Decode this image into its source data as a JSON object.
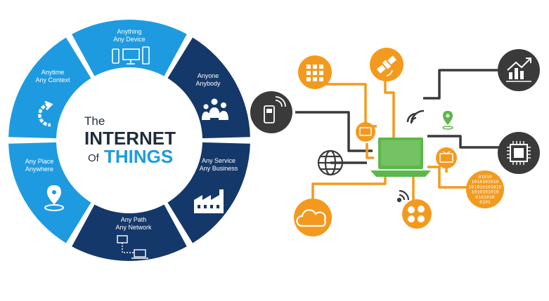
{
  "wheel": {
    "title": {
      "line1": "The",
      "line2": "INTERNET",
      "line3_of": "Of",
      "line3_things": "THINGS"
    },
    "segments": [
      {
        "line1": "Anything",
        "line2": "Any Device",
        "color": "#1e9be0"
      },
      {
        "line1": "Anyone",
        "line2": "Anybody",
        "color": "#15386a"
      },
      {
        "line1": "Any Service",
        "line2": "Any Business",
        "color": "#15386a"
      },
      {
        "line1": "Any Path",
        "line2": "Any Network",
        "color": "#15386a"
      },
      {
        "line1": "Any Place",
        "line2": "Anywhere",
        "color": "#1e9be0"
      },
      {
        "line1": "Anytime",
        "line2": "Any Context",
        "color": "#1e9be0"
      }
    ]
  },
  "network": {
    "colors": {
      "orange": "#f39a1e",
      "dark": "#3a3a3a",
      "green": "#5cb848"
    },
    "binary": [
      "01010",
      "1010101010",
      "101010101010",
      "1010101010",
      "0101010",
      "0101"
    ]
  }
}
